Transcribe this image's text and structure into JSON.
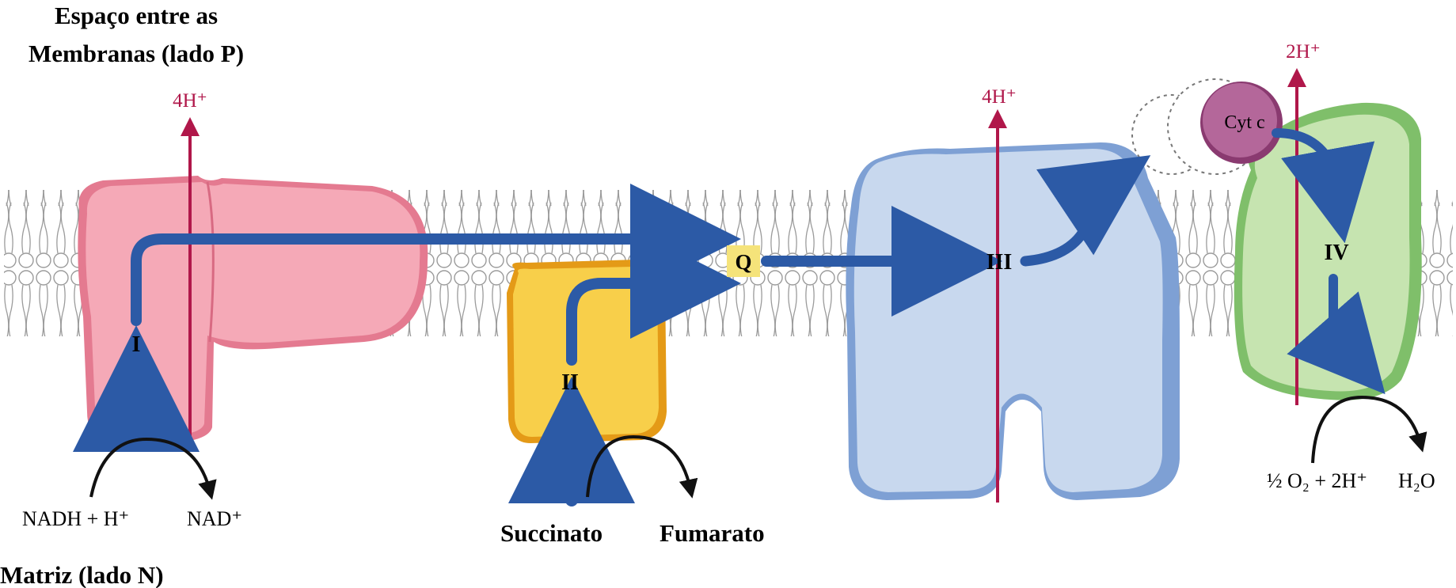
{
  "labels": {
    "ims_line1": "Espaço entre as",
    "ims_line2": "Membranas (lado P)",
    "matrix": "Matriz (lado N)"
  },
  "protons": {
    "complex_I": "4H⁺",
    "complex_III": "4H⁺",
    "complex_IV": "2H⁺"
  },
  "complexes": {
    "I": "I",
    "II": "II",
    "III": "III",
    "IV": "IV",
    "Q": "Q",
    "cytc": "Cyt c"
  },
  "reactions": {
    "nadh": "NADH + H⁺",
    "nad": "NAD⁺",
    "succinato": "Succinato",
    "fumarato": "Fumarato",
    "o2": "½ O₂ + 2H⁺",
    "h2o": "H₂O"
  },
  "colors": {
    "complex_I": "#f0a0b0",
    "complex_II": "#f6c23b",
    "complex_III": "#c7d7ee",
    "complex_IV": "#bfe0a8",
    "cytc": "#a64f86",
    "electron_arrow": "#2c5aa6",
    "proton_arrow": "#b0174a",
    "q_box": "#f5e37a"
  }
}
